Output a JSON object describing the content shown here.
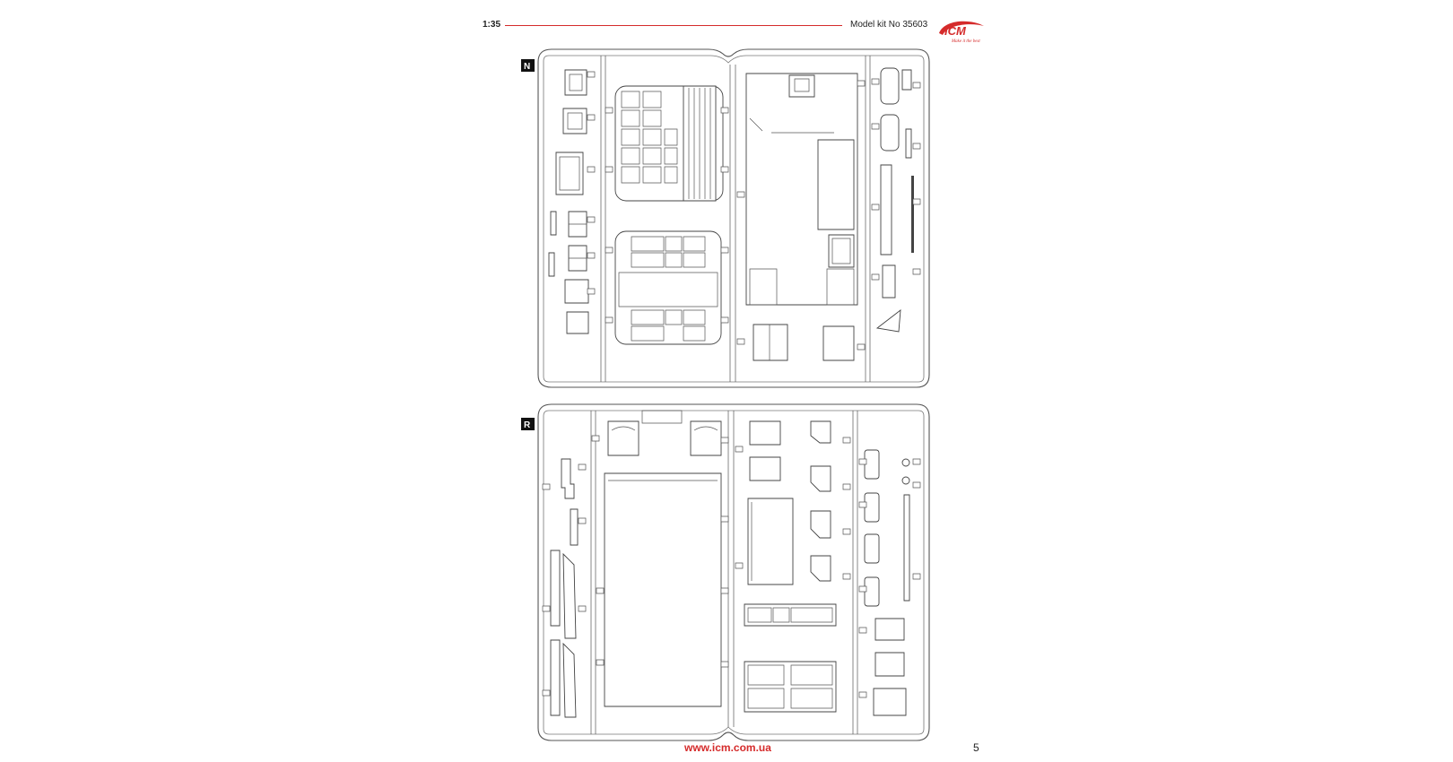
{
  "header": {
    "scale": "1:35",
    "kit_label": "Model kit No 35603",
    "logo_text": "ICM",
    "logo_tagline": "Make it the best",
    "accent_color": "#d52b2b"
  },
  "sprues": [
    {
      "letter": "N"
    },
    {
      "letter": "R"
    }
  ],
  "footer": {
    "url": "www.icm.com.ua",
    "page_number": "5"
  }
}
